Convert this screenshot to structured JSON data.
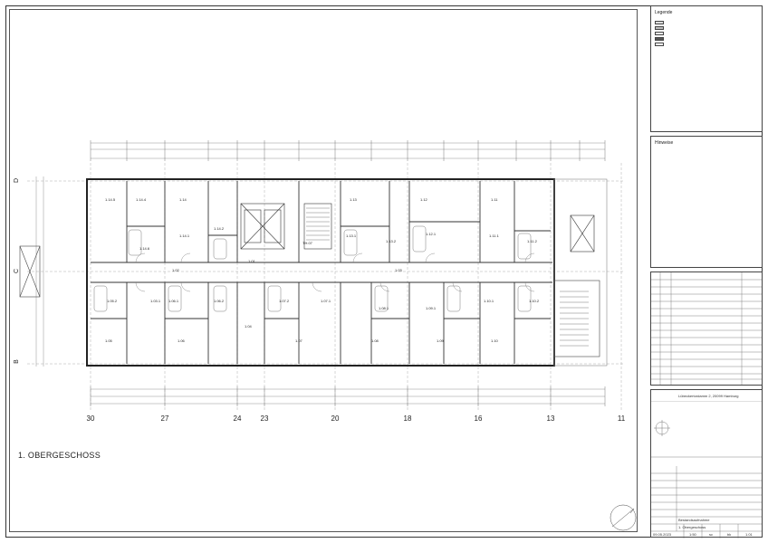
{
  "drawing": {
    "floor_title": "1. OBERGESCHOSS",
    "grid_axes": [
      "30",
      "27",
      "24",
      "23",
      "20",
      "18",
      "16",
      "13",
      "11"
    ],
    "row_axes": [
      "D",
      "C",
      "B"
    ],
    "rooms": [
      {
        "id": "1.14.5"
      },
      {
        "id": "1.14.4"
      },
      {
        "id": "1.14"
      },
      {
        "id": "1.14.6"
      },
      {
        "id": "1.14.1"
      },
      {
        "id": "1.14.2"
      },
      {
        "id": "1.13"
      },
      {
        "id": "1.12"
      },
      {
        "id": "1.11"
      },
      {
        "id": "1.02"
      },
      {
        "id": "1.01"
      },
      {
        "id": "TH.07"
      },
      {
        "id": "1.13.1"
      },
      {
        "id": "1.13.2"
      },
      {
        "id": "1.12.1"
      },
      {
        "id": "1.11.1"
      },
      {
        "id": "1.11.2"
      },
      {
        "id": "1.03"
      },
      {
        "id": "1.05.2"
      },
      {
        "id": "1.03.1"
      },
      {
        "id": "1.06.1"
      },
      {
        "id": "1.06.2"
      },
      {
        "id": "1.04"
      },
      {
        "id": "1.07.2"
      },
      {
        "id": "1.07.1"
      },
      {
        "id": "1.08.1"
      },
      {
        "id": "1.09.1"
      },
      {
        "id": "1.10.1"
      },
      {
        "id": "1.10.2"
      },
      {
        "id": "1.05"
      },
      {
        "id": "1.06"
      },
      {
        "id": "1.07"
      },
      {
        "id": "1.08"
      },
      {
        "id": "1.09"
      },
      {
        "id": "1.10"
      }
    ]
  },
  "legend": {
    "title": "Legende"
  },
  "notes": {
    "title": "Hinweise"
  },
  "title_block": {
    "address": "Lübeckertordamm 2, 20099 Hamburg",
    "sheet_title": "Bestandsaufnahme",
    "floor": "1. Obergeschoss",
    "date": "09.05.2023",
    "scale": "1:50",
    "drawn_by": "sc",
    "checked_by": "bk",
    "plan_no": "1.01"
  }
}
